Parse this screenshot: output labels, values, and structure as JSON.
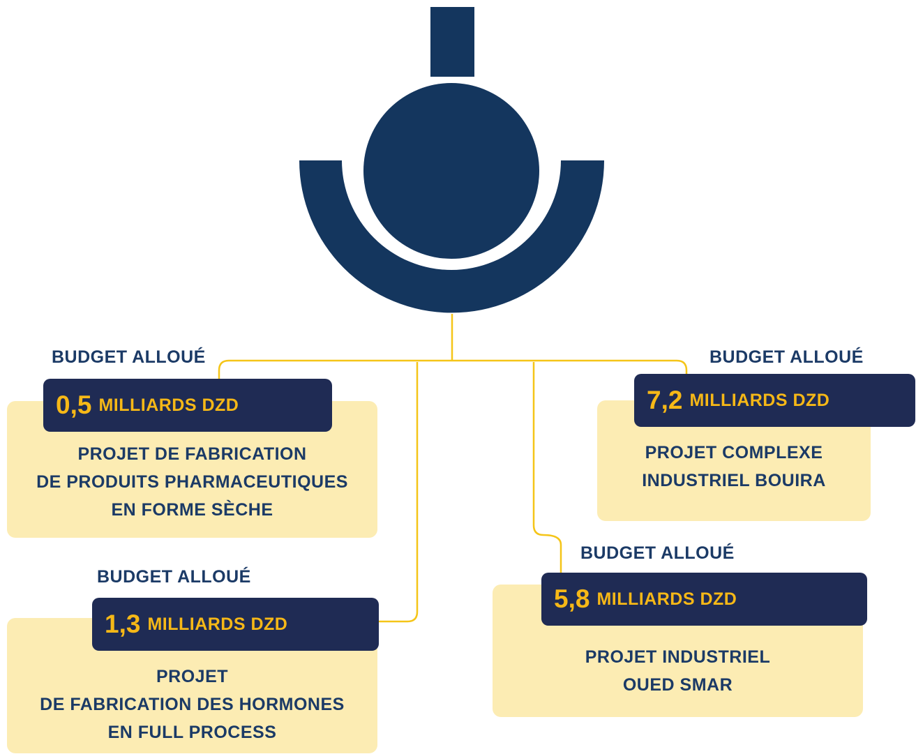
{
  "colors": {
    "logo": "#14365e",
    "connector": "#f5c518",
    "card_bg": "#fcecb3",
    "amount_box_bg": "#1f2b54",
    "amount_text": "#f6b817",
    "label_text": "#1b3a66"
  },
  "logo": {
    "icon": "organization-logo-icon"
  },
  "projects": [
    {
      "budget_label": "BUDGET ALLOUÉ",
      "amount": "0,5",
      "unit": "MILLIARDS DZD",
      "title_lines": [
        "PROJET DE FABRICATION",
        "DE PRODUITS PHARMACEUTIQUES",
        "EN FORME SÈCHE"
      ]
    },
    {
      "budget_label": "BUDGET ALLOUÉ",
      "amount": "1,3",
      "unit": "MILLIARDS DZD",
      "title_lines": [
        "PROJET",
        "DE FABRICATION DES HORMONES",
        "EN FULL PROCESS"
      ]
    },
    {
      "budget_label": "BUDGET ALLOUÉ",
      "amount": "5,8",
      "unit": "MILLIARDS DZD",
      "title_lines": [
        "PROJET INDUSTRIEL",
        "OUED SMAR"
      ]
    },
    {
      "budget_label": "BUDGET ALLOUÉ",
      "amount": "7,2",
      "unit": "MILLIARDS DZD",
      "title_lines": [
        "PROJET COMPLEXE",
        "INDUSTRIEL BOUIRA"
      ]
    }
  ]
}
